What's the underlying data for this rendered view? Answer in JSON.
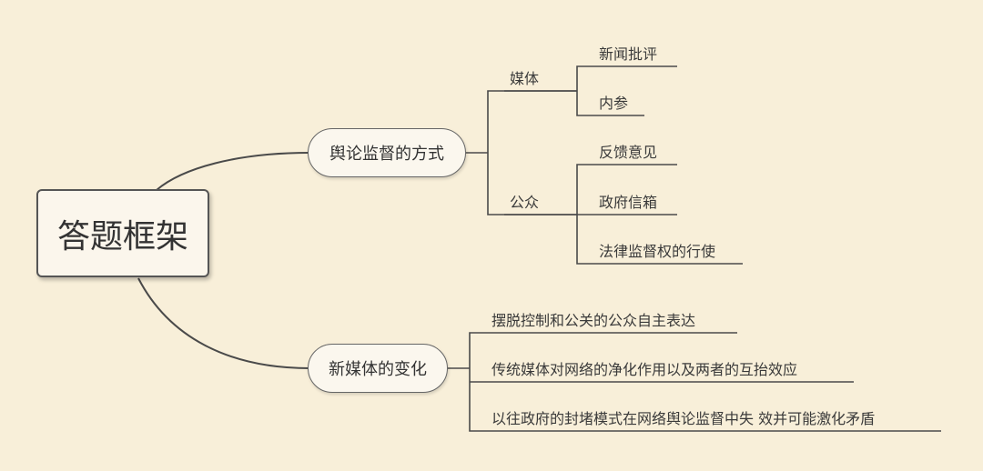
{
  "root": {
    "label": "答题框架"
  },
  "branches": [
    {
      "label": "舆论监督的方式",
      "children": [
        {
          "label": "媒体",
          "children": [
            {
              "label": "新闻批评"
            },
            {
              "label": "内参"
            }
          ]
        },
        {
          "label": "公众",
          "children": [
            {
              "label": "反馈意见"
            },
            {
              "label": "政府信箱"
            },
            {
              "label": "法律监督权的行使"
            }
          ]
        }
      ]
    },
    {
      "label": "新媒体的变化",
      "children": [
        {
          "label": "摆脱控制和公关的公众自主表达"
        },
        {
          "label": "传统媒体对网络的净化作用以及两者的互抬效应"
        },
        {
          "label": "以往政府的封堵模式在网络舆论监督中失 效并可能激化矛盾"
        }
      ]
    }
  ]
}
